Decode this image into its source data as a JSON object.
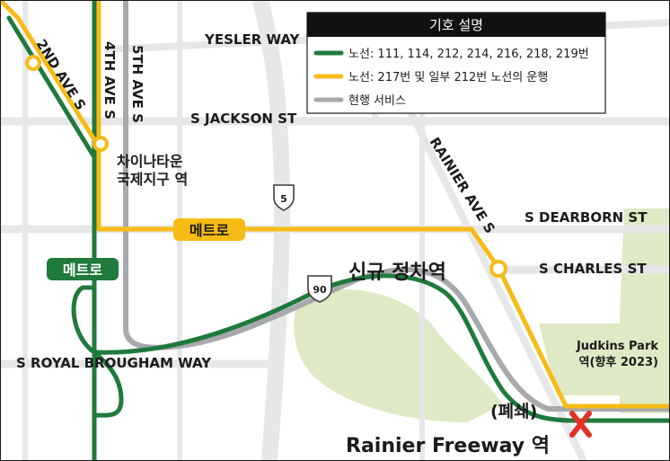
{
  "legend": {
    "title": "기호 설명",
    "items": [
      {
        "label": "노선: 111, 114, 212, 214, 216, 218, 219번",
        "color": "#1f7a3b"
      },
      {
        "label": "노선: 217번 및 일부 212번 노선의 운행",
        "color": "#f7bb16"
      },
      {
        "label": "현행 서비스",
        "color": "#a7a9ac"
      }
    ]
  },
  "streets": {
    "yesler": "YESLER WAY",
    "second_ave": "2ND AVE S",
    "fourth_ave": "4TH AVE S",
    "fifth_ave": "5TH AVE S",
    "jackson": "S JACKSON ST",
    "rainier": "RAINIER AVE S",
    "dearborn": "S DEARBORN ST",
    "charles": "S CHARLES ST",
    "royal_brougham": "S ROYAL BROUGHAM WAY"
  },
  "stations": {
    "chinatown_line1": "차이나타운",
    "chinatown_line2": "국제지구 역",
    "new_stop": "신규 정차역",
    "judkins_line1": "Judkins Park",
    "judkins_line2": "역(향후 2023)",
    "closed_tag": "(폐쇄)",
    "rainier_freeway": "Rainier Freeway 역"
  },
  "metro_labels": {
    "top": "메트로",
    "left": "메트로"
  },
  "highways": {
    "i5": "5",
    "i90": "90"
  },
  "colors": {
    "green": "#1f7a3b",
    "yellow": "#f7bb16",
    "gray": "#a7a9ac",
    "park": "#dfe9c6",
    "closed_x": "#e03127"
  }
}
